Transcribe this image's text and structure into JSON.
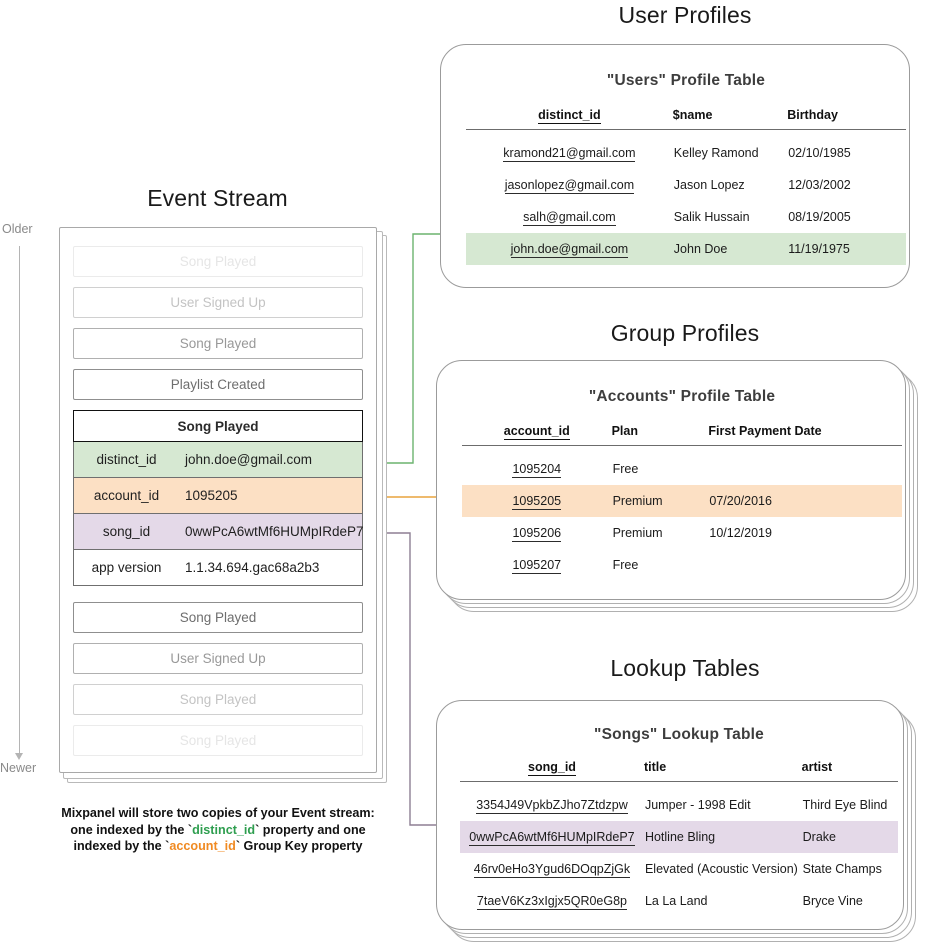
{
  "diagram": {
    "caption_lines": [
      "Mixpanel will store two copies of your Event stream:",
      "one indexed by the `distinct_id` property and one",
      "indexed by the `account_id` Group Key property"
    ],
    "caption": {
      "l1": "Mixpanel will store two copies of your Event stream:",
      "l2_pre": "one indexed by the `",
      "l2_key": "distinct_id",
      "l2_post": "` property and one",
      "l3_pre": "indexed by the `",
      "l3_key": "account_id",
      "l3_post": "` Group Key property"
    },
    "colors": {
      "green_highlight": "#d6e8d2",
      "orange_highlight": "#fce0c4",
      "purple_highlight": "#e4d9e8",
      "green_arrow": "#6cb46f",
      "orange_arrow": "#e8a33d",
      "purple_arrow": "#8d7f93",
      "distinct_id_text": "#2e9e4f",
      "account_id_text": "#f08a22"
    }
  },
  "event_stream": {
    "title": "Event Stream",
    "timeline": {
      "top_label": "Older",
      "bottom_label": "Newer"
    },
    "events_above": [
      {
        "label": "Song Played",
        "opacity": "15"
      },
      {
        "label": "User Signed Up",
        "opacity": "35"
      },
      {
        "label": "Song Played",
        "opacity": "60"
      },
      {
        "label": "Playlist Created",
        "opacity": "85"
      }
    ],
    "events_below": [
      {
        "label": "Song Played",
        "opacity": "85"
      },
      {
        "label": "User Signed Up",
        "opacity": "60"
      },
      {
        "label": "Song Played",
        "opacity": "35"
      },
      {
        "label": "Song Played",
        "opacity": "15"
      }
    ],
    "expanded_event": {
      "name": "Song Played",
      "properties": [
        {
          "key": "distinct_id",
          "value": "john.doe@gmail.com",
          "highlight": "green"
        },
        {
          "key": "account_id",
          "value": "1095205",
          "highlight": "orange"
        },
        {
          "key": "song_id",
          "value": "0wwPcA6wtMf6HUMpIRdeP7",
          "highlight": "purple"
        },
        {
          "key": "app version",
          "value": "1.1.34.694.gac68a2b3",
          "highlight": "none"
        }
      ]
    }
  },
  "user_profiles": {
    "section_title": "User Profiles",
    "table_title": "\"Users\" Profile Table",
    "columns": [
      "distinct_id",
      "$name",
      "Birthday"
    ],
    "rows": [
      {
        "distinct_id": "kramond21@gmail.com",
        "name": "Kelley Ramond",
        "birthday": "02/10/1985",
        "highlight": "none"
      },
      {
        "distinct_id": "jasonlopez@gmail.com",
        "name": "Jason Lopez",
        "birthday": "12/03/2002",
        "highlight": "none"
      },
      {
        "distinct_id": "salh@gmail.com",
        "name": "Salik Hussain",
        "birthday": "08/19/2005",
        "highlight": "none"
      },
      {
        "distinct_id": "john.doe@gmail.com",
        "name": "John Doe",
        "birthday": "11/19/1975",
        "highlight": "green"
      }
    ]
  },
  "group_profiles": {
    "section_title": "Group Profiles",
    "table_title": "\"Accounts\" Profile Table",
    "columns": [
      "account_id",
      "Plan",
      "First Payment Date"
    ],
    "rows": [
      {
        "account_id": "1095204",
        "plan": "Free",
        "first_payment_date": "",
        "highlight": "none"
      },
      {
        "account_id": "1095205",
        "plan": "Premium",
        "first_payment_date": "07/20/2016",
        "highlight": "orange"
      },
      {
        "account_id": "1095206",
        "plan": "Premium",
        "first_payment_date": "10/12/2019",
        "highlight": "none"
      },
      {
        "account_id": "1095207",
        "plan": "Free",
        "first_payment_date": "",
        "highlight": "none"
      }
    ]
  },
  "lookup_tables": {
    "section_title": "Lookup Tables",
    "table_title": "\"Songs\" Lookup Table",
    "columns": [
      "song_id",
      "title",
      "artist"
    ],
    "rows": [
      {
        "song_id": "3354J49VpkbZJho7Ztdzpw",
        "title": "Jumper - 1998 Edit",
        "artist": "Third Eye Blind",
        "highlight": "none"
      },
      {
        "song_id": "0wwPcA6wtMf6HUMpIRdeP7",
        "title": "Hotline Bling",
        "artist": "Drake",
        "highlight": "purple"
      },
      {
        "song_id": "46rv0eHo3Ygud6DOqpZjGk",
        "title": "Elevated (Acoustic Version)",
        "artist": "State Champs",
        "highlight": "none"
      },
      {
        "song_id": "7taeV6Kz3xIgjx5QR0eG8p",
        "title": "La La Land",
        "artist": "Bryce Vine",
        "highlight": "none"
      }
    ]
  }
}
